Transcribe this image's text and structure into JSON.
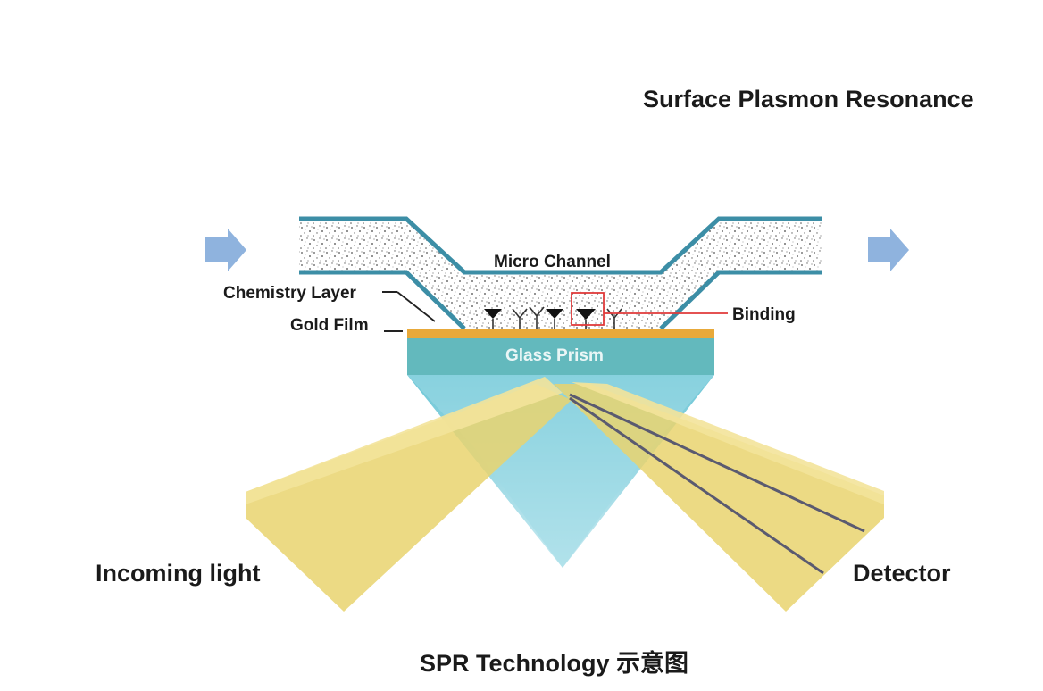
{
  "title": "Surface Plasmon Resonance",
  "labels": {
    "micro_channel": "Micro Channel",
    "chemistry_layer": "Chemistry Layer",
    "gold_film": "Gold Film",
    "binding": "Binding",
    "glass_prism": "Glass Prism",
    "incoming_light": "Incoming light",
    "detector": "Detector"
  },
  "caption": "SPR Technology 示意图",
  "colors": {
    "channel_wall": "#3c8ea6",
    "gold_film": "#e8a93a",
    "prism": "#63b9bd",
    "light_beam": "#e9d36e",
    "flow_arrow": "#8fb3de",
    "binding_box": "#e03a3a"
  },
  "icons": [
    "flow-in-arrow-icon",
    "flow-out-arrow-icon",
    "antibody-icon",
    "bound-molecule-icon"
  ]
}
